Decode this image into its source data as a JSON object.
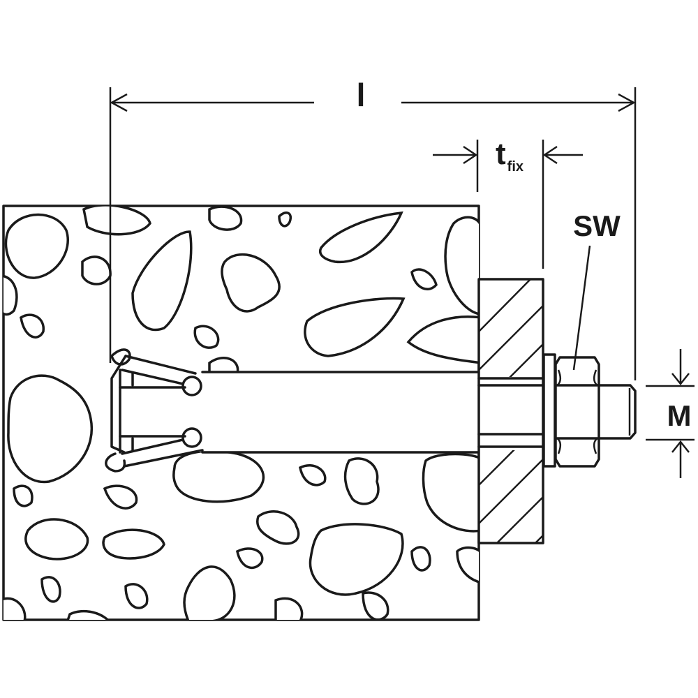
{
  "diagram": {
    "labels": {
      "length": "l",
      "fixture_thickness_main": "t",
      "fixture_thickness_sub": "fix",
      "wrench_size": "SW",
      "thread_size": "M"
    },
    "colors": {
      "line": "#1a1a1a",
      "background": "#ffffff"
    }
  }
}
